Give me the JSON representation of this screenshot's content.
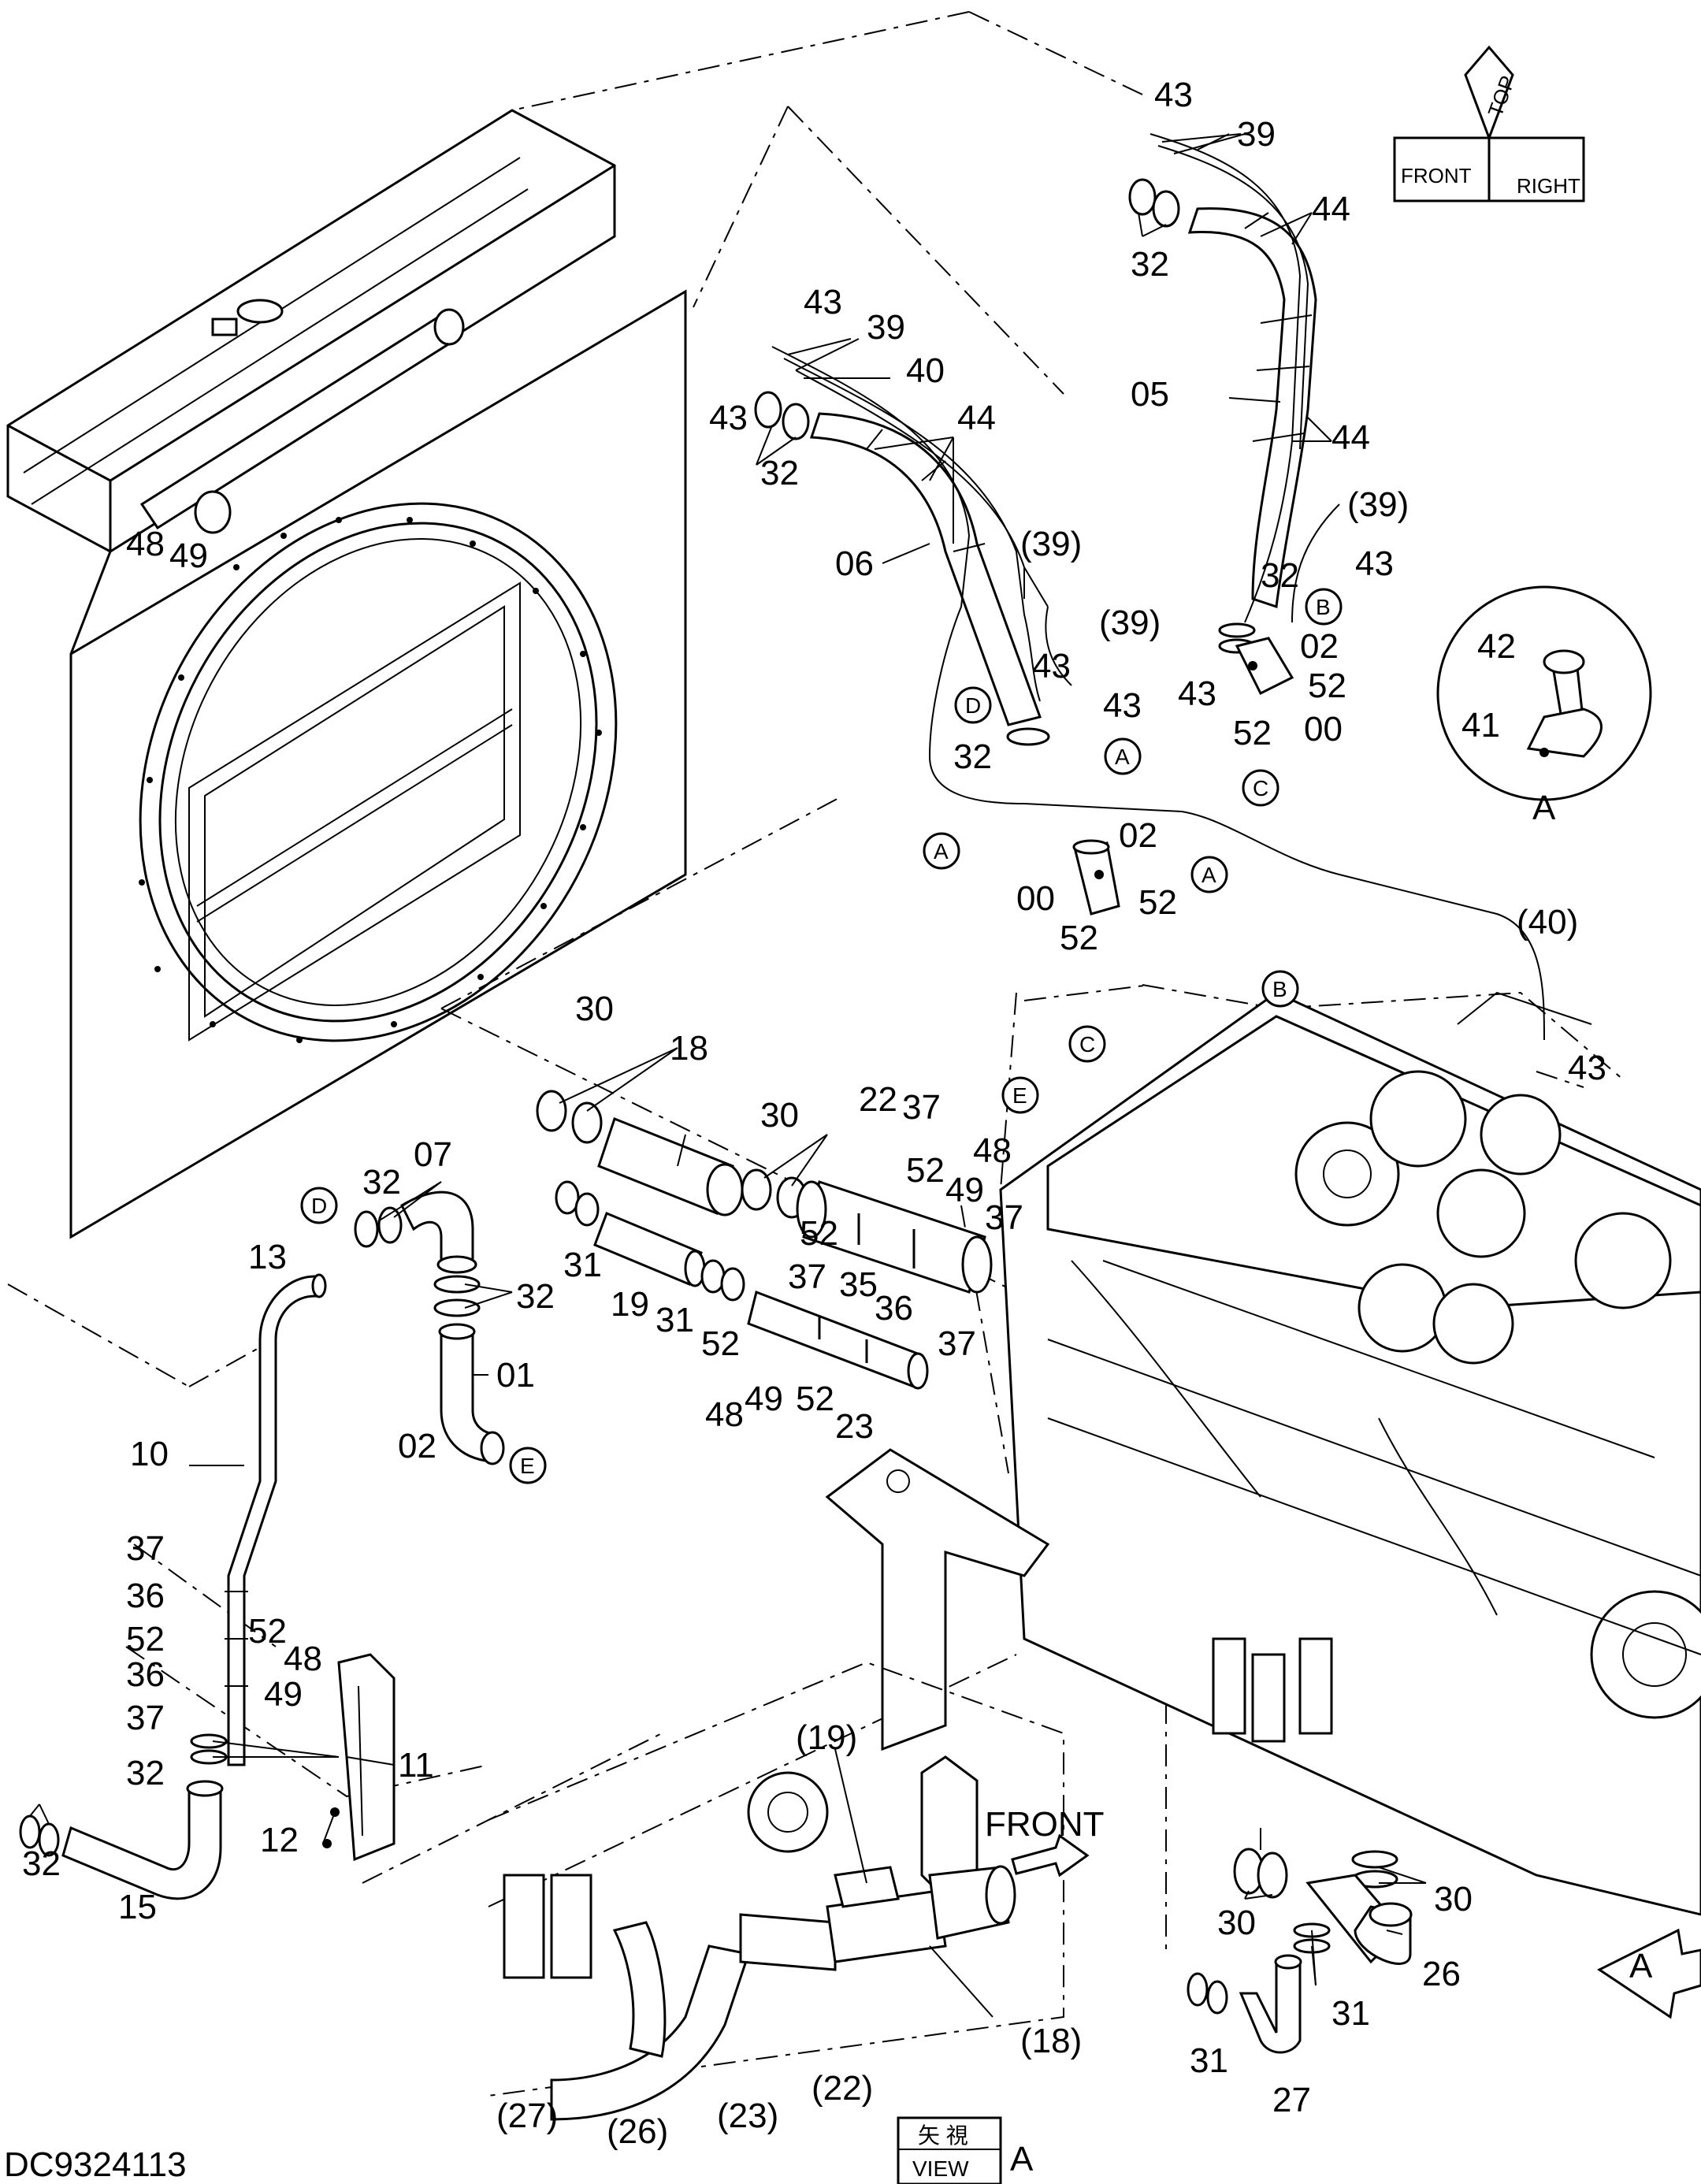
{
  "drawing_id": "DC9324113",
  "view_label": {
    "jp": "矢 視",
    "en": "VIEW",
    "letter": "A"
  },
  "front_text": "FRONT",
  "orientation_cube": {
    "front": "FRONT",
    "top": "TOP",
    "right": "RIGHT"
  },
  "parts": {
    "p43_a": "43",
    "p39_a": "39",
    "p32_a": "32",
    "p44_a": "44",
    "p05": "05",
    "p44_b": "44",
    "p39p_a": "(39)",
    "p43_b": "43",
    "p32_b": "32",
    "p39p_b": "(39)",
    "p02_a": "02",
    "p43_c": "43",
    "p52_a": "52",
    "p52_b": "52",
    "p00_a": "00",
    "p43_d": "43",
    "p39_b": "39",
    "p40_a": "40",
    "p43_e": "43",
    "p32_c": "32",
    "p44_c": "44",
    "p06": "06",
    "p39p_c": "(39)",
    "p43_f": "43",
    "p43_g": "43",
    "p32_d": "32",
    "p02_b": "02",
    "p00_b": "00",
    "p52_c": "52",
    "p52_d": "52",
    "p40p": "(40)",
    "p43_h": "43",
    "p42": "42",
    "p41": "41",
    "p48_a": "48",
    "p49_a": "49",
    "p30_a": "30",
    "p18": "18",
    "p30_b": "30",
    "p22": "22",
    "p37_a": "37",
    "p52_e": "52",
    "p48_b": "48",
    "p49_b": "49",
    "p37_b": "37",
    "p52_f": "52",
    "p35": "35",
    "p07": "07",
    "p32_e": "32",
    "p31_a": "31",
    "p19": "19",
    "p31_b": "31",
    "p37_c": "37",
    "p36_a": "36",
    "p52_g": "52",
    "p37_d": "37",
    "p48_c": "48",
    "p49_c": "49",
    "p52_h": "52",
    "p23": "23",
    "p13": "13",
    "p32_f": "32",
    "p01": "01",
    "p02_c": "02",
    "p10": "10",
    "p37_e": "37",
    "p36_b": "36",
    "p52_i": "52",
    "p52_j": "52",
    "p36_c": "36",
    "p48_d": "48",
    "p49_d": "49",
    "p37_f": "37",
    "p32_g": "32",
    "p11": "11",
    "p12": "12",
    "p32_h": "32",
    "p15": "15",
    "p30_c": "30",
    "p30_d": "30",
    "p26": "26",
    "p31_c": "31",
    "p31_d": "31",
    "p27": "27",
    "v19": "(19)",
    "v18": "(18)",
    "v27": "(27)",
    "v26": "(26)",
    "v23": "(23)",
    "v22": "(22)"
  },
  "callouts": {
    "A1": "A",
    "A2": "A",
    "A3": "A",
    "A_view": "A",
    "B1": "B",
    "B2": "B",
    "C1": "C",
    "C2": "C",
    "D1": "D",
    "D2": "D",
    "E1": "E",
    "E2": "E",
    "detail_A": "A"
  }
}
